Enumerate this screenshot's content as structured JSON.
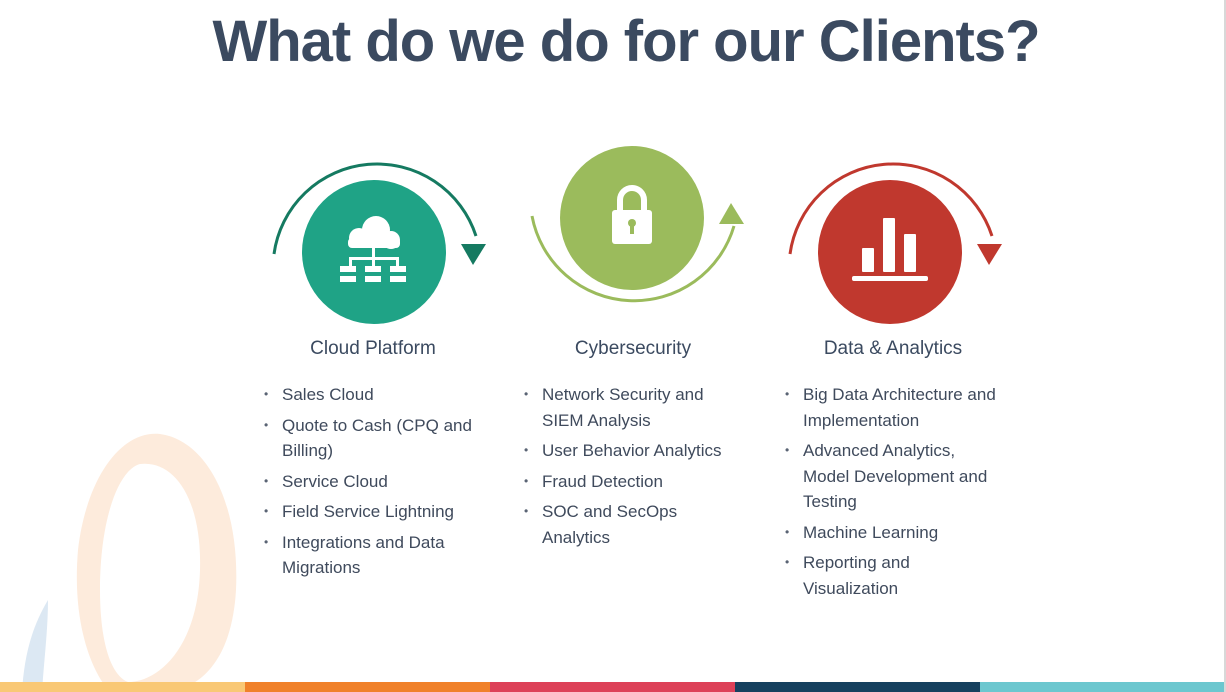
{
  "title": "What do we do for our Clients?",
  "services": [
    {
      "heading": "Cloud Platform",
      "icon": "cloud-network-icon",
      "color": "#1fa386",
      "arc_color": "#157a61",
      "items": [
        "Sales Cloud",
        "Quote to Cash (CPQ and Billing)",
        "Service Cloud",
        "Field Service Lightning",
        "Integrations and Data Migrations"
      ]
    },
    {
      "heading": "Cybersecurity",
      "icon": "lock-icon",
      "color": "#9bbb5c",
      "arc_color": "#9bbb5c",
      "items": [
        "Network Security and SIEM Analysis",
        "User Behavior Analytics",
        "Fraud Detection",
        "SOC and SecOps Analytics"
      ]
    },
    {
      "heading": "Data & Analytics",
      "icon": "bar-chart-icon",
      "color": "#c0382e",
      "arc_color": "#c0382e",
      "items": [
        "Big Data Architecture and Implementation",
        "Advanced Analytics, Model Development and Testing",
        "Machine Learning",
        "Reporting and Visualization"
      ]
    }
  ],
  "footer_colors": [
    "#f9c875",
    "#f0812a",
    "#dd4158",
    "#16415f",
    "#6cc7cf"
  ]
}
